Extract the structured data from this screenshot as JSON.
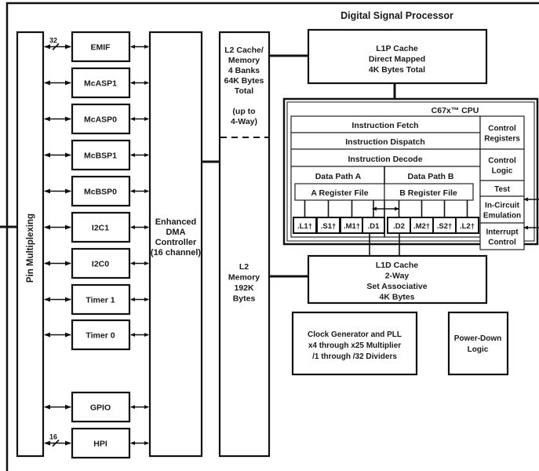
{
  "title": "Digital Signal Processor",
  "pin_mux": {
    "label": "Pin Multiplexing"
  },
  "peripherals": [
    {
      "id": "emif",
      "label": "EMIF",
      "bus_width": "32"
    },
    {
      "id": "mcasp1",
      "label": "McASP1"
    },
    {
      "id": "mcasp0",
      "label": "McASP0"
    },
    {
      "id": "mcbsp1",
      "label": "McBSP1"
    },
    {
      "id": "mcbsp0",
      "label": "McBSP0"
    },
    {
      "id": "i2c1",
      "label": "I2C1"
    },
    {
      "id": "i2c0",
      "label": "I2C0"
    },
    {
      "id": "timer1",
      "label": "Timer 1"
    },
    {
      "id": "timer0",
      "label": "Timer 0"
    },
    {
      "id": "gpio",
      "label": "GPIO"
    },
    {
      "id": "hpi",
      "label": "HPI",
      "bus_width": "16"
    }
  ],
  "dma": {
    "lines": [
      "Enhanced",
      "DMA",
      "Controller",
      "(16 channel)"
    ]
  },
  "l2_cache": {
    "lines": [
      "L2 Cache/",
      "Memory",
      "4 Banks",
      "64K Bytes",
      "Total",
      "",
      "(up to",
      "4-Way)"
    ]
  },
  "l2_memory": {
    "lines": [
      "L2",
      "Memory",
      "192K",
      "Bytes"
    ]
  },
  "l1p": {
    "lines": [
      "L1P Cache",
      "Direct Mapped",
      "4K Bytes Total"
    ]
  },
  "cpu": {
    "title": "C67x™ CPU",
    "fetch": "Instruction Fetch",
    "dispatch": "Instruction Dispatch",
    "decode": "Instruction Decode",
    "path_a": "Data Path A",
    "path_b": "Data Path B",
    "reg_a": "A Register File",
    "reg_b": "B Register File",
    "units_a": [
      ".L1†",
      ".S1†",
      ".M1†",
      ".D1"
    ],
    "units_b": [
      ".D2",
      ".M2†",
      ".S2†",
      ".L2†"
    ],
    "side": [
      {
        "lines": [
          "Control",
          "Registers"
        ]
      },
      {
        "lines": [
          "Control",
          "Logic"
        ]
      },
      {
        "lines": [
          "Test"
        ]
      },
      {
        "lines": [
          "In-Circuit",
          "Emulation"
        ]
      },
      {
        "lines": [
          "Interrupt",
          "Control"
        ]
      }
    ]
  },
  "l1d": {
    "lines": [
      "L1D Cache",
      "2-Way",
      "Set Associative",
      "4K Bytes"
    ]
  },
  "clock": {
    "lines": [
      "Clock Generator and PLL",
      "x4 through x25 Multiplier",
      "/1 through /32 Dividers"
    ]
  },
  "power": {
    "lines": [
      "Power-Down",
      "Logic"
    ]
  }
}
